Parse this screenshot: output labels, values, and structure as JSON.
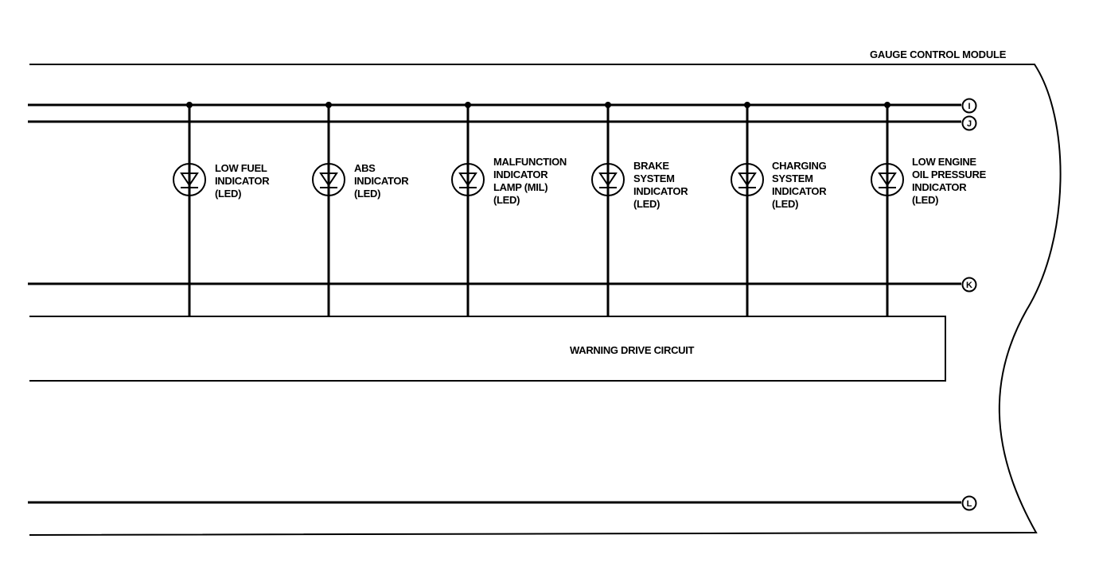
{
  "module_title": "GAUGE CONTROL MODULE",
  "drive_circuit_label": "WARNING DRIVE CIRCUIT",
  "terminals": [
    "I",
    "J",
    "K",
    "L"
  ],
  "indicators": [
    {
      "lines": [
        "LOW FUEL",
        "INDICATOR",
        "(LED)"
      ]
    },
    {
      "lines": [
        "ABS",
        "INDICATOR",
        "(LED)"
      ]
    },
    {
      "lines": [
        "MALFUNCTION",
        "INDICATOR",
        "LAMP (MIL)",
        "(LED)"
      ]
    },
    {
      "lines": [
        "BRAKE",
        "SYSTEM",
        "INDICATOR",
        "(LED)"
      ]
    },
    {
      "lines": [
        "CHARGING",
        "SYSTEM",
        "INDICATOR",
        "(LED)"
      ]
    },
    {
      "lines": [
        "LOW ENGINE",
        "OIL PRESSURE",
        "INDICATOR",
        "(LED)"
      ]
    }
  ]
}
